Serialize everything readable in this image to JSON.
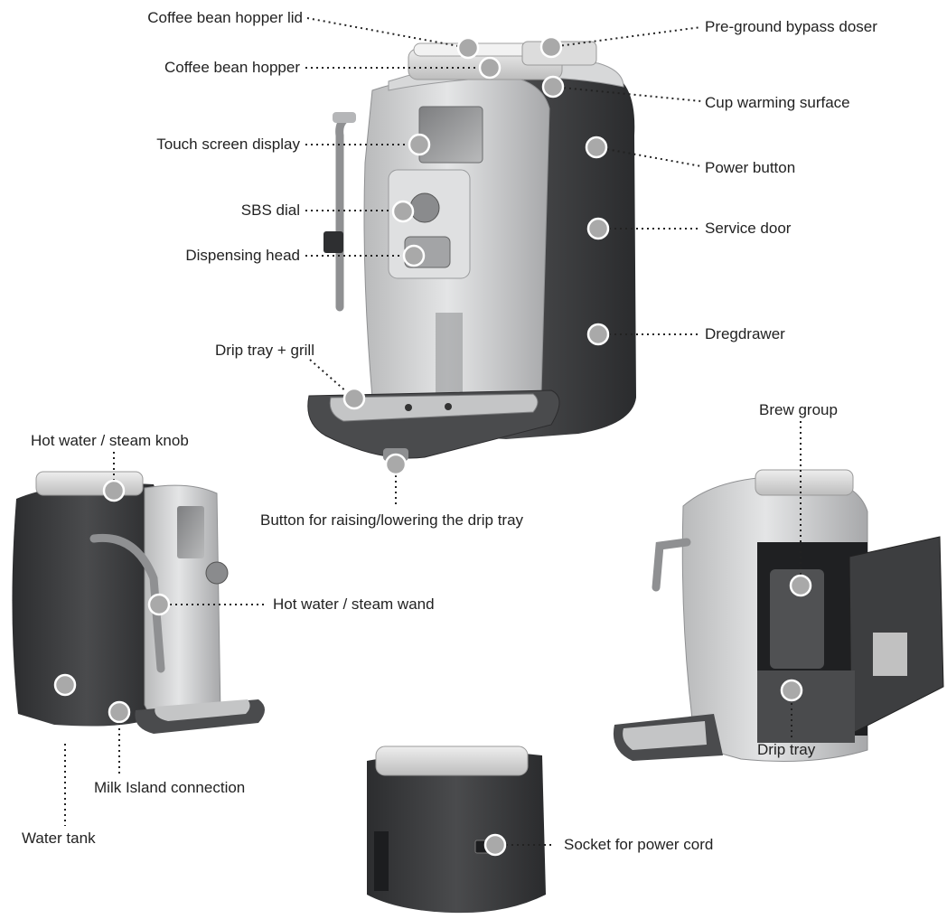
{
  "colors": {
    "body_dark": "#3a3b3d",
    "body_silver": "#c9cacb",
    "marker_fill": "#a9a9a9",
    "leader": "#222222",
    "label_text": "#222222"
  },
  "labels": {
    "hopper_lid": "Coffee bean hopper lid",
    "bypass_doser": "Pre-ground bypass doser",
    "bean_hopper": "Coffee bean hopper",
    "cup_warming": "Cup warming surface",
    "touch_screen": "Touch screen display",
    "power_button": "Power button",
    "sbs_dial": "SBS dial",
    "service_door": "Service door",
    "dispensing_head": "Dispensing head",
    "drip_tray_grill": "Drip tray + grill",
    "dregdrawer": "Dregdrawer",
    "hot_water_knob": "Hot water / steam knob",
    "brew_group": "Brew group",
    "raise_lower_button": "Button for raising/lowering the drip tray",
    "steam_wand": "Hot water  / steam wand",
    "water_tank": "Water tank",
    "milk_island": "Milk Island connection",
    "drip_tray": "Drip tray",
    "power_socket": "Socket for power cord"
  }
}
